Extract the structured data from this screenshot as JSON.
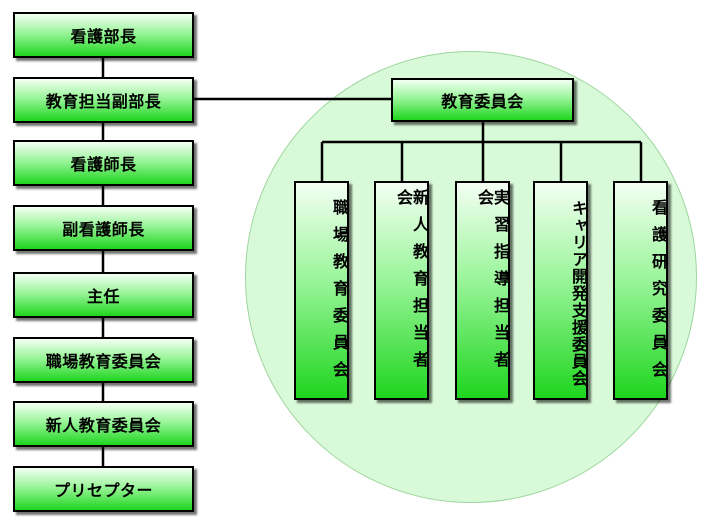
{
  "colors": {
    "box_fill_top": "#f4fff4",
    "box_fill_bottom": "#1fd51f",
    "circle_fill": "#d9fad9",
    "circle_border": "#9ed69e",
    "border": "#000000"
  },
  "hierarchy": [
    {
      "label": "看護部長"
    },
    {
      "label": "教育担当副部長"
    },
    {
      "label": "看護師長"
    },
    {
      "label": "副看護師長"
    },
    {
      "label": "主任"
    },
    {
      "label": "職場教育委員会"
    },
    {
      "label": "新人教育委員会"
    },
    {
      "label": "プリセプター"
    }
  ],
  "committee": {
    "label": "教育委員会",
    "subgroups": [
      {
        "label": "職場教育委員会"
      },
      {
        "label": "新人教育担当者会"
      },
      {
        "label": "実習指導担当者会"
      },
      {
        "label": "キャリア開発支援委員会"
      },
      {
        "label": "看護研究委員会"
      }
    ]
  }
}
